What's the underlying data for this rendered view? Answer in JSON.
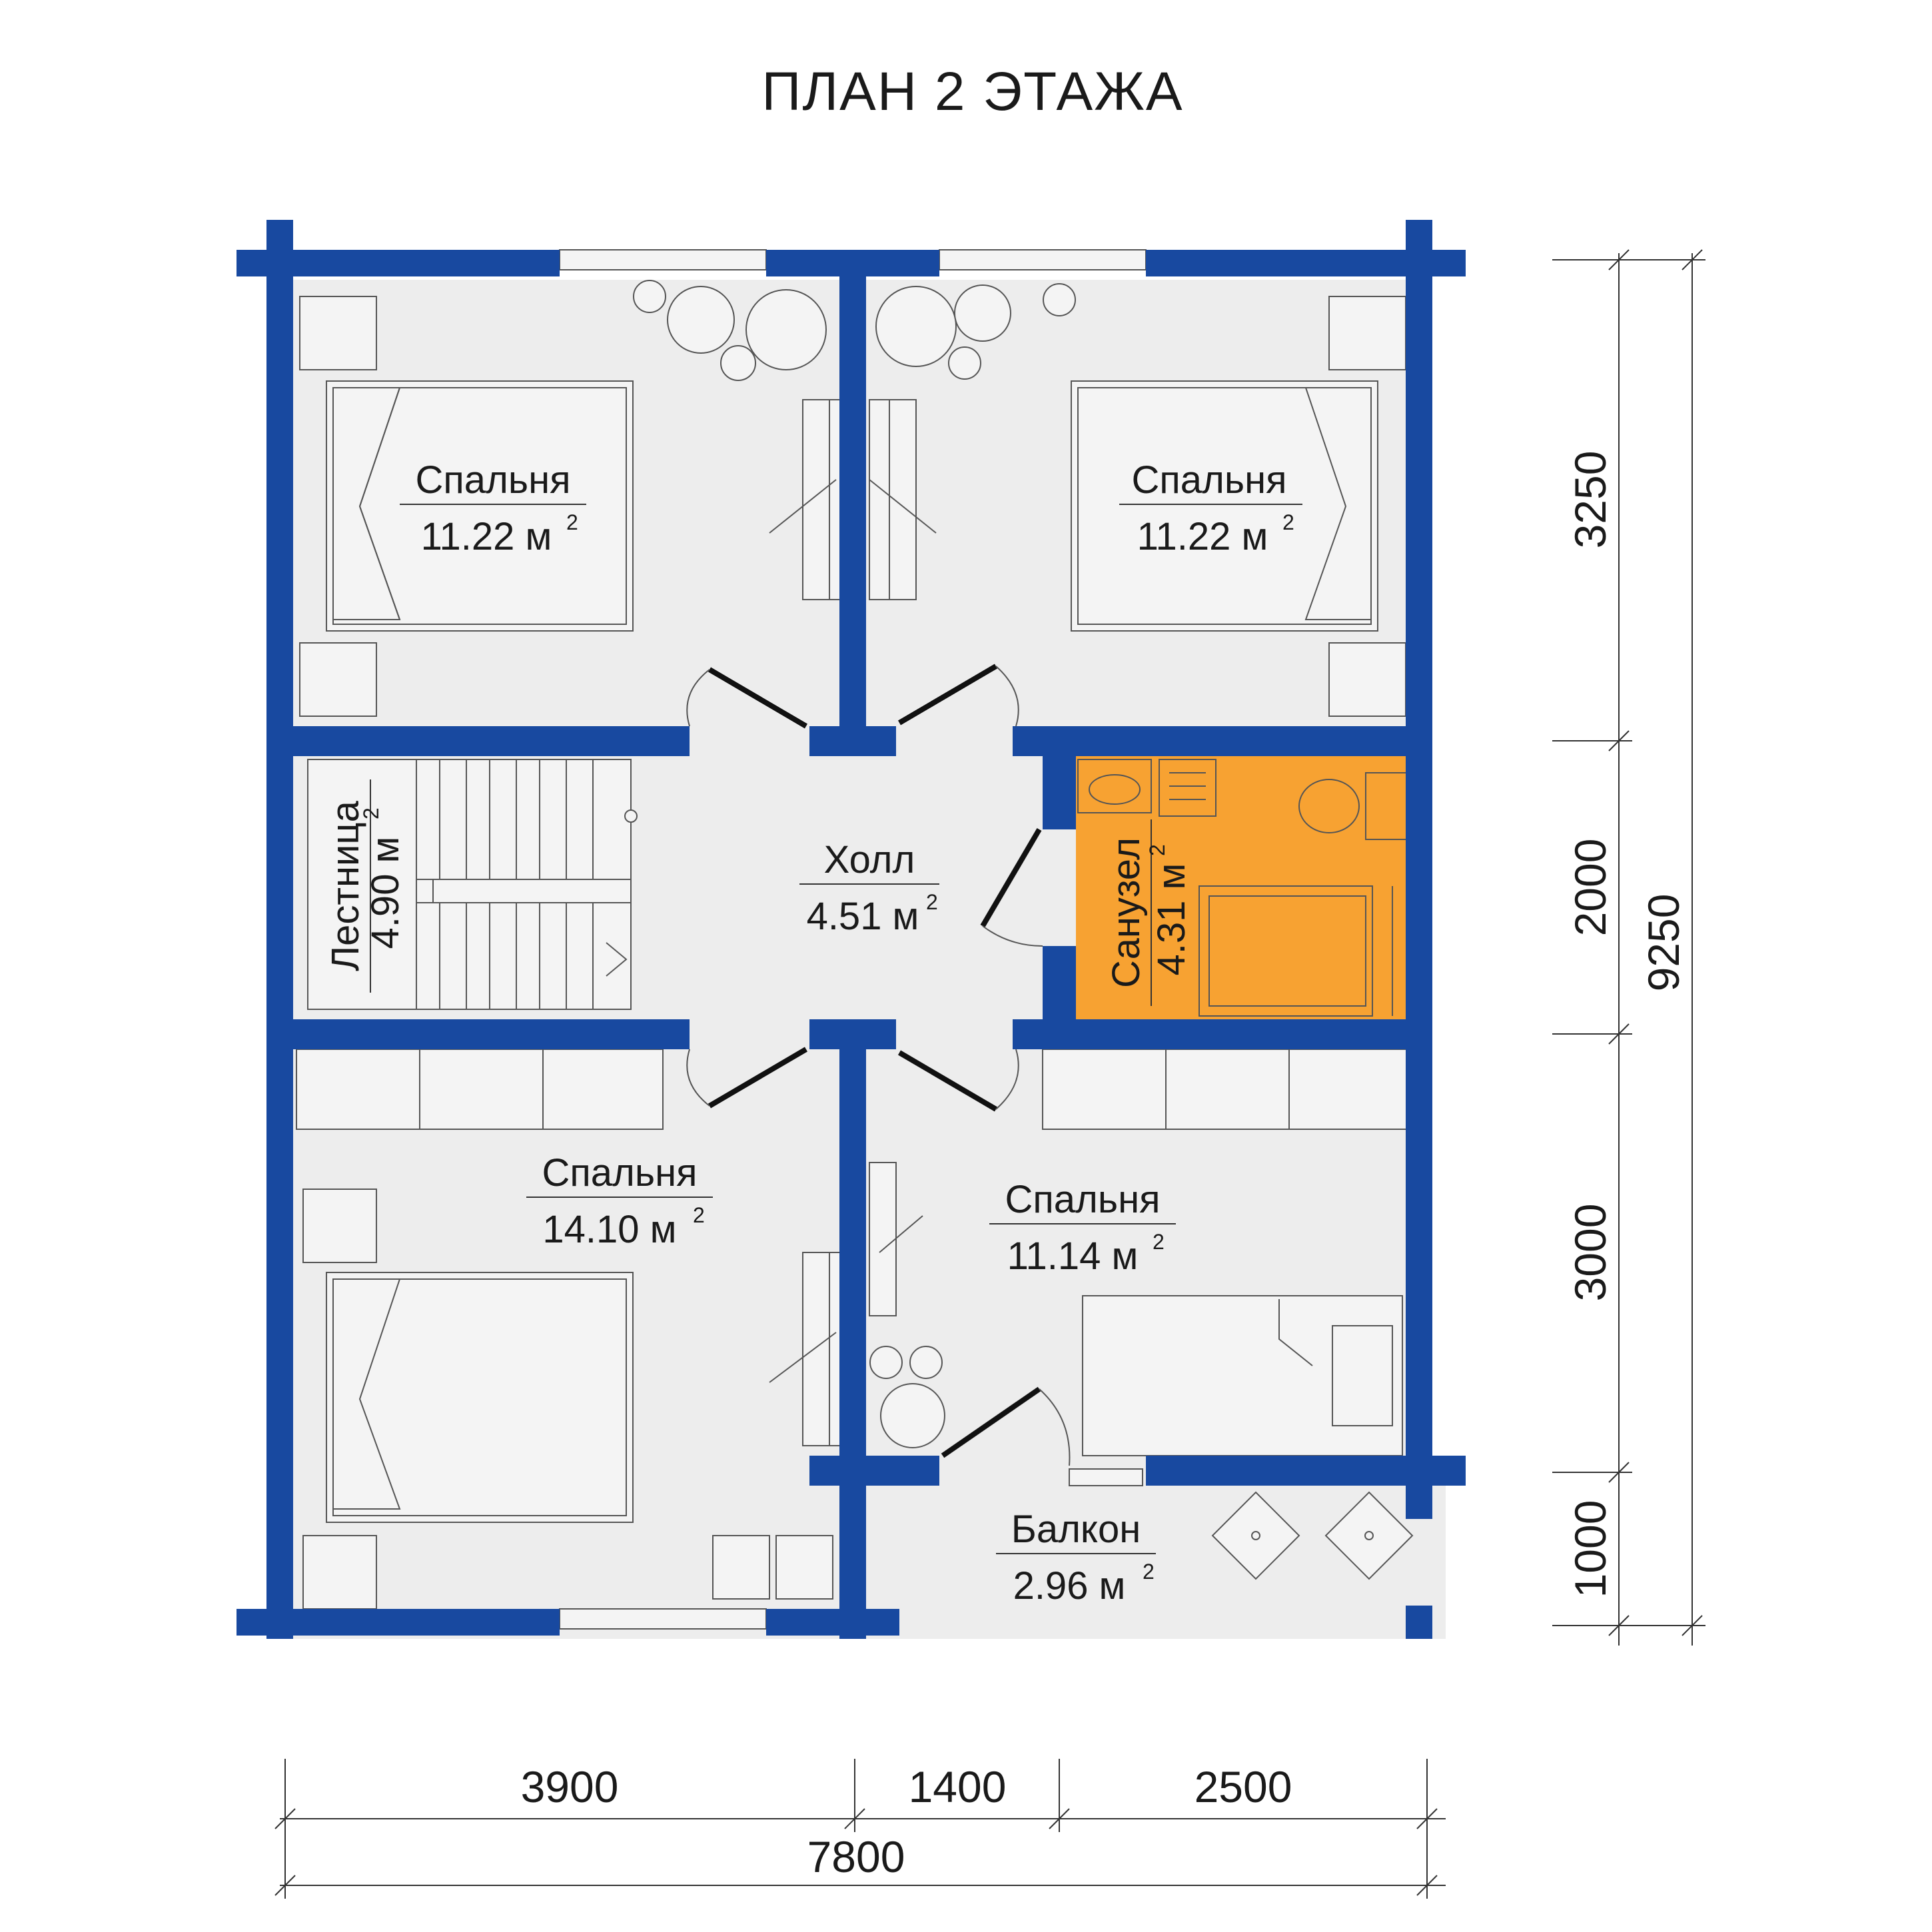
{
  "title": "ПЛАН 2 ЭТАЖА",
  "colors": {
    "wall": "#1849a0",
    "floor": "#ededed",
    "bathroom": "#f7a232"
  },
  "rooms": {
    "bedroom_nw": {
      "name": "Спальня",
      "area": "11.22 м",
      "sup": "2"
    },
    "bedroom_ne": {
      "name": "Спальня",
      "area": "11.22 м",
      "sup": "2"
    },
    "stairs": {
      "name": "Лестница",
      "area": "4.90 м",
      "sup": "2"
    },
    "hall": {
      "name": "Холл",
      "area": "4.51 м",
      "sup": "2"
    },
    "bathroom": {
      "name": "Санузел",
      "area": "4.31 м",
      "sup": "2"
    },
    "bedroom_sw": {
      "name": "Спальня",
      "area": "14.10 м",
      "sup": "2"
    },
    "bedroom_se": {
      "name": "Спальня",
      "area": "11.14 м",
      "sup": "2"
    },
    "balcony": {
      "name": "Балкон",
      "area": "2.96 м",
      "sup": "2"
    }
  },
  "dimensions": {
    "right": [
      "3250",
      "2000",
      "3000",
      "1000"
    ],
    "right_total": "9250",
    "bottom": [
      "3900",
      "1400",
      "2500"
    ],
    "bottom_total": "7800"
  }
}
